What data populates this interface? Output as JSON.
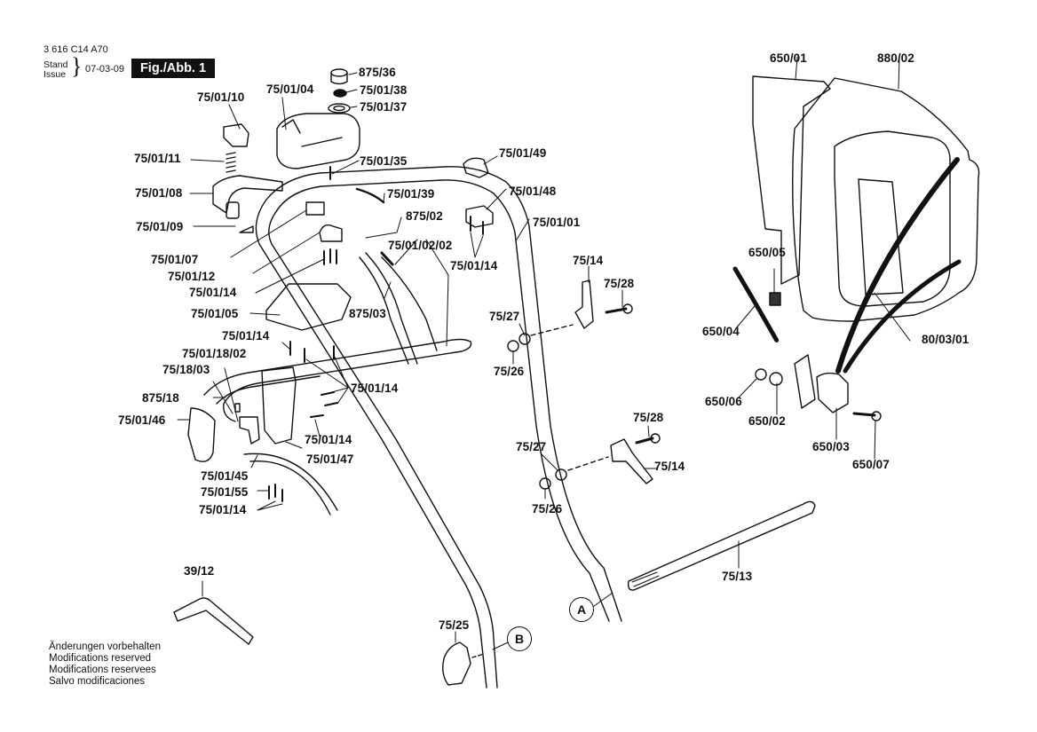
{
  "header": {
    "doc_code": "3 616 C14 A70",
    "stand_label": "Stand",
    "issue_label": "Issue",
    "date": "07-03-09",
    "figure_label": "Fig./Abb. 1"
  },
  "footer": {
    "lines": [
      "Änderungen vorbehalten",
      "Modifications reserved",
      "Modifications reservees",
      "Salvo modificaciones"
    ]
  },
  "callouts": {
    "a": "A",
    "b": "B"
  },
  "parts": {
    "p875_36": "875/36",
    "p75_01_38": "75/01/38",
    "p75_01_37": "75/01/37",
    "p75_01_04": "75/01/04",
    "p75_01_10": "75/01/10",
    "p75_01_11": "75/01/11",
    "p75_01_35": "75/01/35",
    "p75_01_08": "75/01/08",
    "p75_01_39": "75/01/39",
    "p75_01_09": "75/01/09",
    "p875_02": "875/02",
    "p75_01_02_02": "75/01/02/02",
    "p75_01_07": "75/01/07",
    "p75_01_12": "75/01/12",
    "p75_01_14_a": "75/01/14",
    "p75_01_05": "75/01/05",
    "p875_03": "875/03",
    "p75_01_14_b": "75/01/14",
    "p75_01_18_02": "75/01/18/02",
    "p75_18_03": "75/18/03",
    "p75_01_14_c": "75/01/14",
    "p875_18": "875/18",
    "p75_01_46": "75/01/46",
    "p75_01_14_d": "75/01/14",
    "p75_01_47": "75/01/47",
    "p75_01_45": "75/01/45",
    "p75_01_55": "75/01/55",
    "p75_01_14_e": "75/01/14",
    "p75_01_49": "75/01/49",
    "p75_01_48": "75/01/48",
    "p75_01_01": "75/01/01",
    "p75_01_14_f": "75/01/14",
    "p75_14_a": "75/14",
    "p75_28_a": "75/28",
    "p75_27_a": "75/27",
    "p75_26_a": "75/26",
    "p75_28_b": "75/28",
    "p75_27_b": "75/27",
    "p75_14_b": "75/14",
    "p75_26_b": "75/26",
    "p75_13": "75/13",
    "p39_12": "39/12",
    "p75_25": "75/25",
    "p650_01": "650/01",
    "p880_02": "880/02",
    "p650_05": "650/05",
    "p650_04": "650/04",
    "p80_03_01": "80/03/01",
    "p650_06": "650/06",
    "p650_02": "650/02",
    "p650_03": "650/03",
    "p650_07": "650/07"
  }
}
